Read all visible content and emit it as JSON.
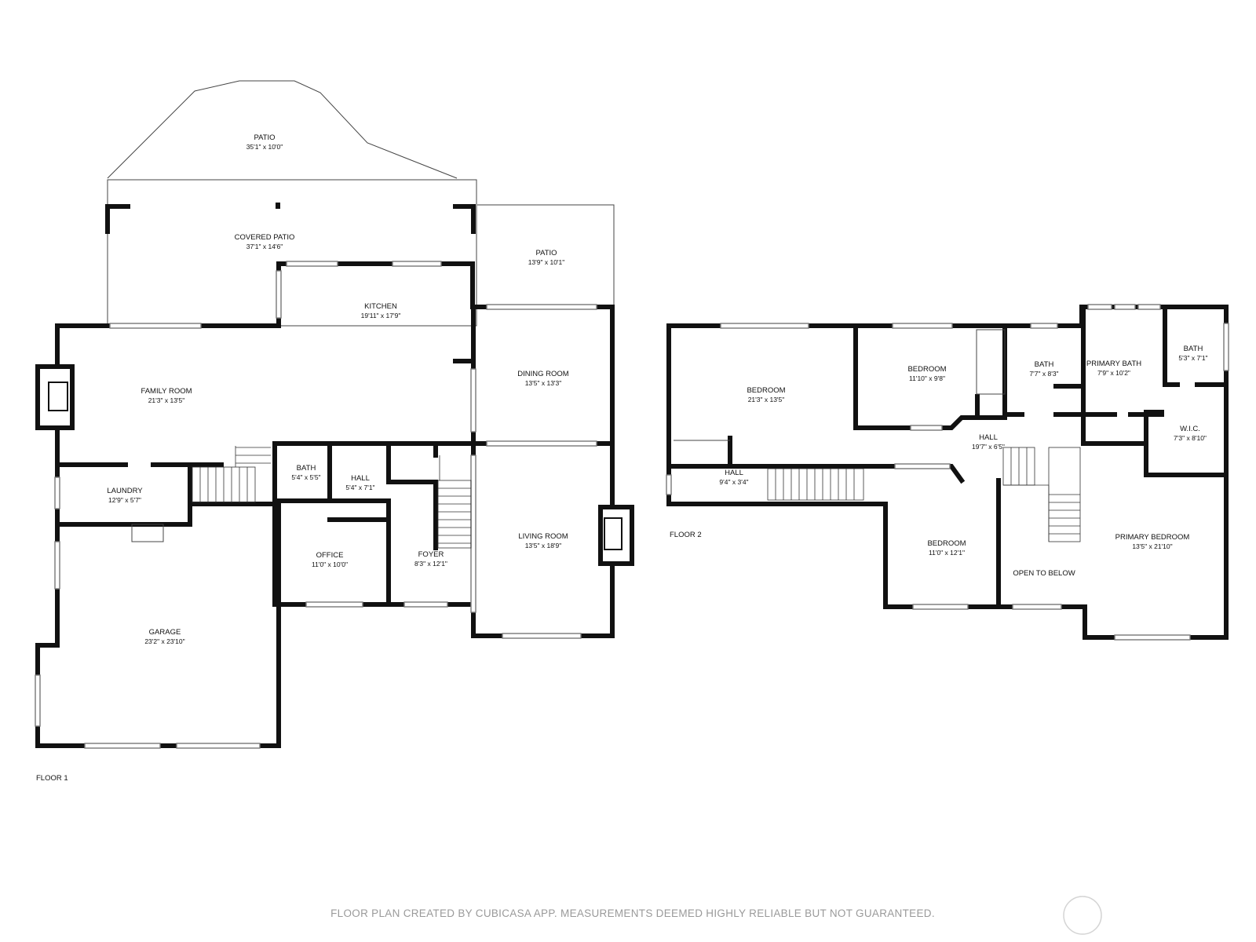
{
  "floors": [
    {
      "label": "FLOOR 1"
    },
    {
      "label": "FLOOR 2"
    }
  ],
  "rooms": {
    "patio_top": {
      "name": "PATIO",
      "dim": "35'1\" x 10'0\""
    },
    "covered_patio": {
      "name": "COVERED PATIO",
      "dim": "37'1\" x 14'6\""
    },
    "patio_side": {
      "name": "PATIO",
      "dim": "13'9\" x 10'1\""
    },
    "kitchen": {
      "name": "KITCHEN",
      "dim": "19'11\" x 17'9\""
    },
    "family_room": {
      "name": "FAMILY ROOM",
      "dim": "21'3\" x 13'5\""
    },
    "dining_room": {
      "name": "DINING ROOM",
      "dim": "13'5\" x 13'3\""
    },
    "laundry": {
      "name": "LAUNDRY",
      "dim": "12'9\" x 5'7\""
    },
    "bath1": {
      "name": "BATH",
      "dim": "5'4\" x 5'5\""
    },
    "hall1": {
      "name": "HALL",
      "dim": "5'4\" x 7'1\""
    },
    "foyer": {
      "name": "FOYER",
      "dim": "8'3\" x 12'1\""
    },
    "office": {
      "name": "OFFICE",
      "dim": "11'0\" x 10'0\""
    },
    "living_room": {
      "name": "LIVING ROOM",
      "dim": "13'5\" x 18'9\""
    },
    "garage": {
      "name": "GARAGE",
      "dim": "23'2\" x 23'10\""
    },
    "bedroom_a": {
      "name": "BEDROOM",
      "dim": "21'3\" x 13'5\""
    },
    "bedroom_b": {
      "name": "BEDROOM",
      "dim": "11'10\" x 9'8\""
    },
    "bath2": {
      "name": "BATH",
      "dim": "7'7\" x 8'3\""
    },
    "primary_bath": {
      "name": "PRIMARY BATH",
      "dim": "7'9\" x 10'2\""
    },
    "bath3": {
      "name": "BATH",
      "dim": "5'3\" x 7'1\""
    },
    "wic": {
      "name": "W.I.C.",
      "dim": "7'3\" x 8'10\""
    },
    "hall2": {
      "name": "HALL",
      "dim": "19'7\" x 6'5\""
    },
    "hall3": {
      "name": "HALL",
      "dim": "9'4\" x 3'4\""
    },
    "bedroom_c": {
      "name": "BEDROOM",
      "dim": "11'0\" x 12'1\""
    },
    "open_to_below": {
      "name": "OPEN TO BELOW"
    },
    "primary_bedroom": {
      "name": "PRIMARY BEDROOM",
      "dim": "13'5\" x 21'10\""
    }
  },
  "credit": "FLOOR PLAN CREATED BY CUBICASA APP. MEASUREMENTS DEEMED HIGHLY RELIABLE BUT NOT GUARANTEED."
}
